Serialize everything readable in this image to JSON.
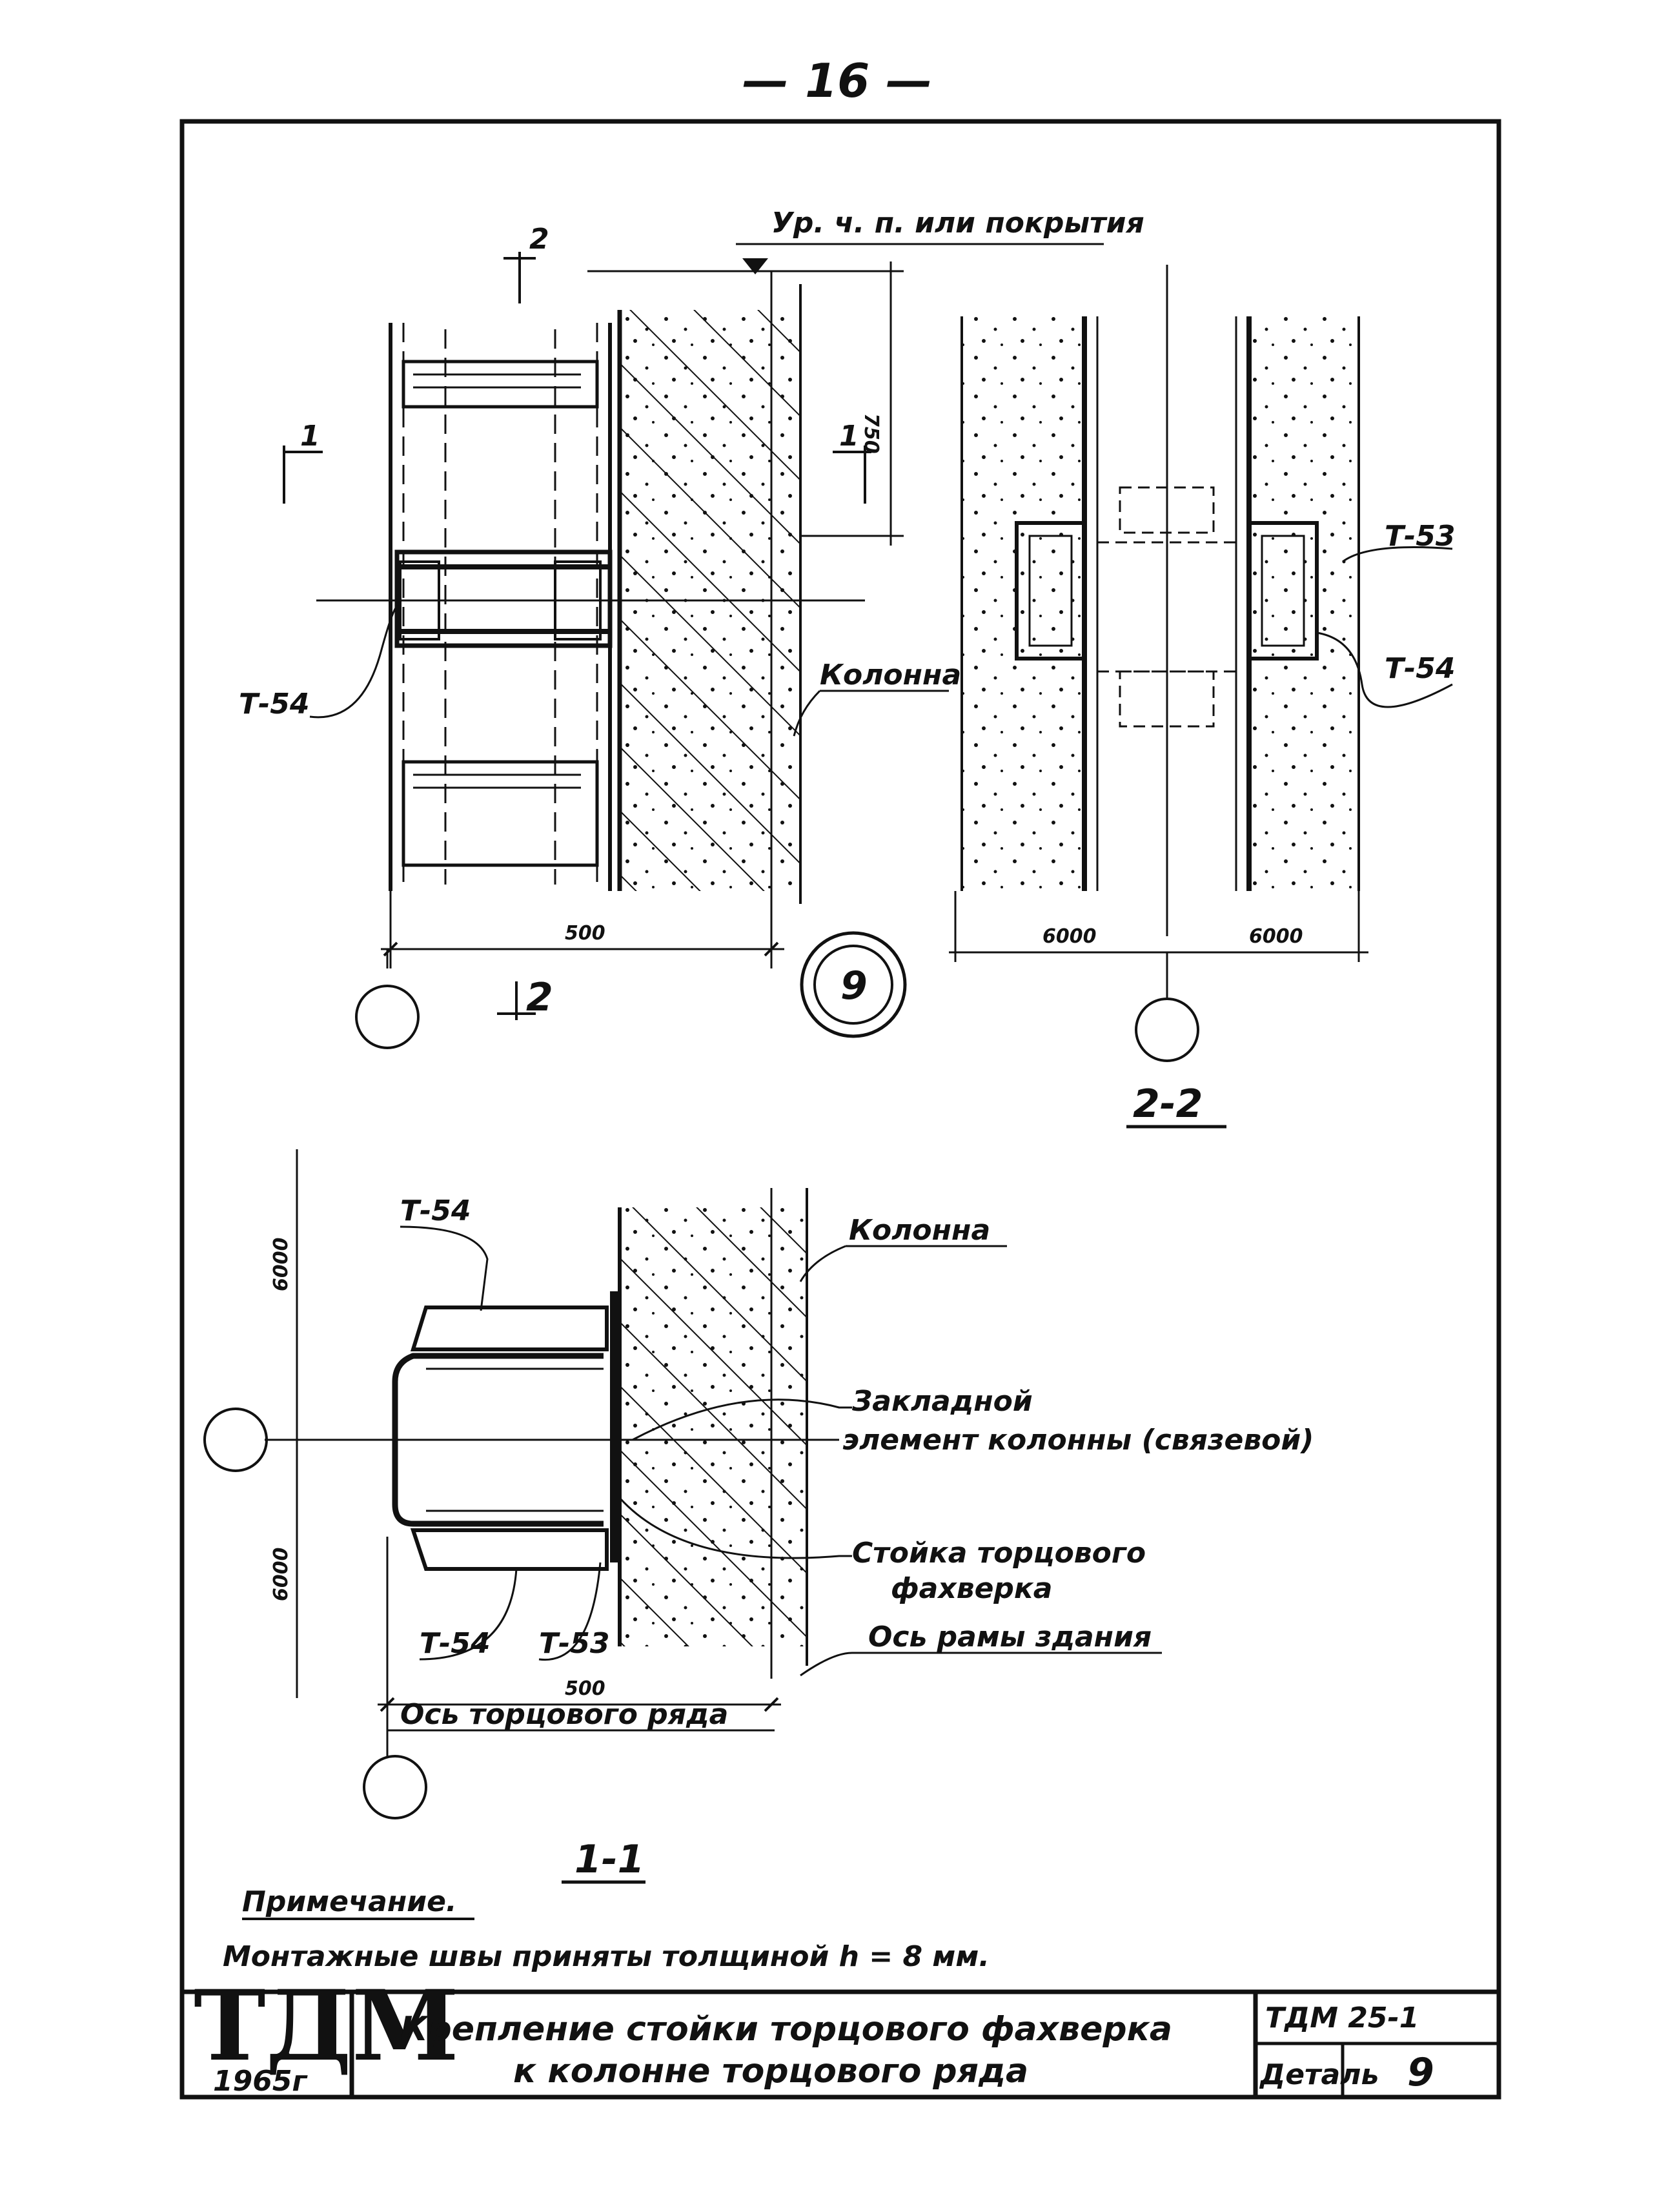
{
  "page_number": "— 16 —",
  "plan": {
    "level_label": "Ур. ч. п. или покрытия",
    "section_mark_1": "1",
    "section_mark_2": "2",
    "dim_750": "750",
    "dim_500": "500",
    "t54_label": "Т-54",
    "column_label": "Колонна",
    "detail_number": "9"
  },
  "section_2_2": {
    "title": "2-2",
    "t53_label": "Т-53",
    "t54_label": "Т-54",
    "dim_left": "6000",
    "dim_right": "6000"
  },
  "section_1_1": {
    "title": "1-1",
    "t54_top": "Т-54",
    "t54_bottom": "Т-54",
    "t53_label": "Т-53",
    "column_label": "Колонна",
    "embedded_line1": "Закладной",
    "embedded_line2": "элемент колонны (связевой)",
    "post_line1": "Стойка торцового",
    "post_line2": "фахверка",
    "frame_axis": "Ось рамы здания",
    "end_axis": "Ось торцового ряда",
    "dim_top": "6000",
    "dim_bottom": "6000",
    "dim_500": "500"
  },
  "note": {
    "heading": "Примечание.",
    "text": "Монтажные швы приняты толщиной h = 8 мм."
  },
  "title_block": {
    "logo": "ТДМ",
    "year": "1965г",
    "title_line1": "Крепление стойки торцового фахверка",
    "title_line2": "к колонне торцового ряда",
    "code": "ТДМ 25-1",
    "detail_label": "Деталь",
    "detail_number": "9"
  }
}
